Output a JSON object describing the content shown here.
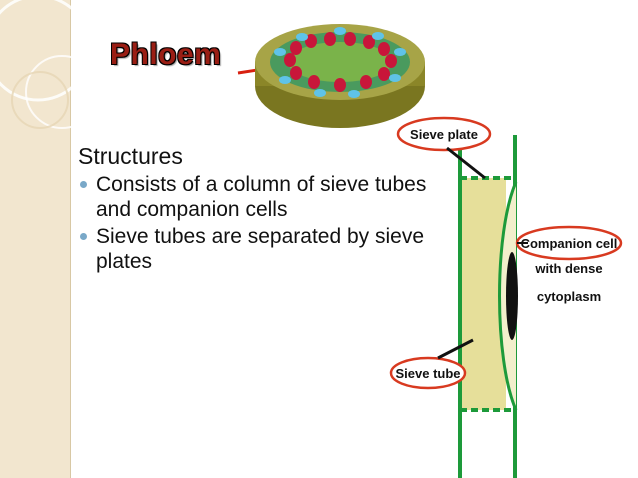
{
  "slide": {
    "title": "Phloem",
    "heading": "Structures",
    "bullets": [
      "Consists of a column of sieve tubes and companion cells",
      "Sieve tubes are separated by sieve plates"
    ]
  },
  "diagram": {
    "labels": {
      "sieve_plate": "Sieve plate",
      "companion_line1": "Companion cell",
      "companion_line2": "with dense",
      "companion_line3": "cytoplasm",
      "sieve_tube": "Sieve tube"
    }
  },
  "colors": {
    "title_red": "#9a1e14",
    "sidebar_beige": "#f2e6cf",
    "bullet_blue": "#79a8c8",
    "cell_wall_green": "#1d9a3a",
    "sieve_tube_fill": "#e6df9a",
    "highlight_red": "#d83a20"
  }
}
